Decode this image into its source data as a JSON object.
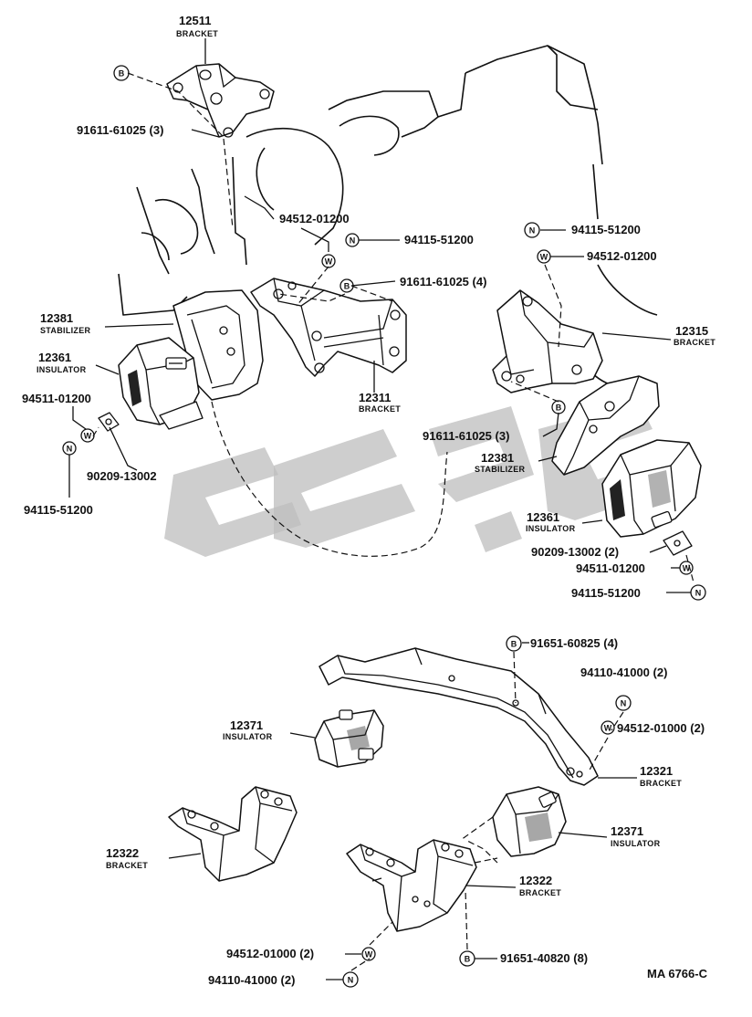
{
  "diagram": {
    "code": "MA 6766-C",
    "parts": {
      "p12511": {
        "number": "12511",
        "name": "BRACKET"
      },
      "p12381a": {
        "number": "12381",
        "name": "STABILIZER"
      },
      "p12361a": {
        "number": "12361",
        "name": "INSULATOR"
      },
      "p12311": {
        "number": "12311",
        "name": "BRACKET"
      },
      "p12315": {
        "number": "12315",
        "name": "BRACKET"
      },
      "p12381b": {
        "number": "12381",
        "name": "STABILIZER"
      },
      "p12361b": {
        "number": "12361",
        "name": "INSULATOR"
      },
      "p12371a": {
        "number": "12371",
        "name": "INSULATOR"
      },
      "p12321": {
        "number": "12321",
        "name": "BRACKET"
      },
      "p12371b": {
        "number": "12371",
        "name": "INSULATOR"
      },
      "p12322a": {
        "number": "12322",
        "name": "BRACKET"
      },
      "p12322b": {
        "number": "12322",
        "name": "BRACKET"
      }
    },
    "fasteners": {
      "f1": {
        "symbol": "B",
        "label": "91611-61025 (3)"
      },
      "f2": {
        "symbol": "W",
        "label": "94512-01200"
      },
      "f3": {
        "symbol": "N",
        "label": "94115-51200"
      },
      "f4": {
        "symbol": "B",
        "label": "91611-61025 (4)"
      },
      "f5": {
        "symbol": "N",
        "label": "94115-51200"
      },
      "f6": {
        "symbol": "W",
        "label": "94512-01200"
      },
      "f7": {
        "symbol": "B",
        "label": "91611-61025 (3)"
      },
      "f8": {
        "symbol": "W",
        "label": "94511-01200"
      },
      "f9": {
        "label": "90209-13002"
      },
      "f10": {
        "symbol": "N",
        "label": "94115-51200"
      },
      "f11": {
        "label": "90209-13002 (2)"
      },
      "f12": {
        "symbol": "W",
        "label": "94511-01200"
      },
      "f13": {
        "symbol": "N",
        "label": "94115-51200"
      },
      "f14": {
        "symbol": "B",
        "label": "91651-60825 (4)"
      },
      "f15": {
        "symbol": "N",
        "label": "94110-41000 (2)"
      },
      "f16": {
        "symbol": "W",
        "label": "94512-01000 (2)"
      },
      "f17": {
        "symbol": "W",
        "label": "94512-01000 (2)"
      },
      "f18": {
        "symbol": "N",
        "label": "94110-41000 (2)"
      },
      "f19": {
        "symbol": "B",
        "label": "91651-40820 (8)"
      }
    }
  }
}
